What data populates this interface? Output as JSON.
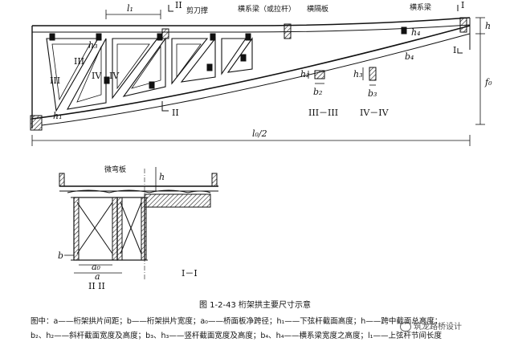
{
  "labels": {
    "jiandaocheng": "剪刀撑",
    "hengxiliang_la": "横系梁（或拉杆）",
    "hengge": "横隔板",
    "hengxiliang_r": "横系梁",
    "weiwanban": "微弯板",
    "l1": "l₁",
    "h3": "h₃",
    "h1": "h₁",
    "h2": "h₂",
    "h4": "h₄",
    "b2": "b₂",
    "b3": "b₃",
    "b4": "b₄",
    "a0": "a₀",
    "a": "a",
    "b": "b",
    "h": "h",
    "f0": "f₀",
    "l0half": "l₀/2",
    "II": "II",
    "III": "III",
    "IV": "IV",
    "I": "I",
    "sec_III": "III－III",
    "sec_IV": "IV－IV",
    "sec_II": "II  II",
    "sec_I": "I－I"
  },
  "caption": "图 1-2-43   桁架拱主要尺寸示意",
  "legend": {
    "line1": "图中：a——桁架拱片间距；b——桁架拱片宽度；a₀——桥面板净跨径；h₁——下弦杆截面高度；h——跨中截面总高度；",
    "line2": "b₂、h₂——斜杆截面宽度及高度；b₃、h₃——竖杆截面宽度及高度；b₄、h₄——横系梁宽度之高度；l₁——上弦杆节间长度"
  },
  "watermark": "筑龙路桥设计"
}
